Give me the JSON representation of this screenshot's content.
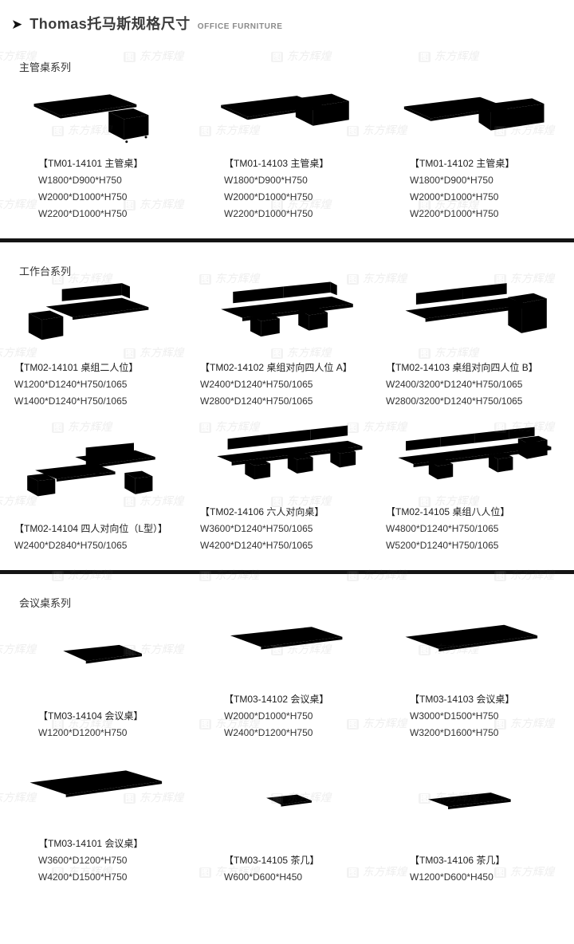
{
  "header": {
    "arrow_icon": "➤",
    "title": "Thomas托马斯规格尺寸",
    "subtitle": "OFFICE FURNITURE"
  },
  "watermark": {
    "logo": "图",
    "text": "东方辉煌"
  },
  "sections": [
    {
      "title": "主管桌系列",
      "items": [
        {
          "code": "【TM01-14101 主管桌】",
          "dims": [
            "W1800*D900*H750",
            "W2000*D1000*H750",
            "W2200*D1000*H750"
          ]
        },
        {
          "code": "【TM01-14103 主管桌】",
          "dims": [
            "W1800*D900*H750",
            "W2000*D1000*H750",
            "W2200*D1000*H750"
          ]
        },
        {
          "code": "【TM01-14102 主管桌】",
          "dims": [
            "W1800*D900*H750",
            "W2000*D1000*H750",
            "W2200*D1000*H750"
          ]
        }
      ]
    },
    {
      "title": "工作台系列",
      "items": [
        {
          "code": "【TM02-14101 桌组二人位】",
          "dims": [
            "W1200*D1240*H750/1065",
            "W1400*D1240*H750/1065"
          ]
        },
        {
          "code": "【TM02-14102 桌组对向四人位 A】",
          "dims": [
            "W2400*D1240*H750/1065",
            "W2800*D1240*H750/1065"
          ]
        },
        {
          "code": "【TM02-14103 桌组对向四人位 B】",
          "dims": [
            "W2400/3200*D1240*H750/1065",
            "W2800/3200*D1240*H750/1065"
          ]
        },
        {
          "code": "【TM02-14104 四人对向位（L型）】",
          "dims": [
            "W2400*D2840*H750/1065"
          ]
        },
        {
          "code": "【TM02-14106 六人对向桌】",
          "dims": [
            "W3600*D1240*H750/1065",
            "W4200*D1240*H750/1065"
          ]
        },
        {
          "code": "【TM02-14105 桌组八人位】",
          "dims": [
            "W4800*D1240*H750/1065",
            "W5200*D1240*H750/1065"
          ]
        }
      ]
    },
    {
      "title": "会议桌系列",
      "items": [
        {
          "code": "【TM03-14104 会议桌】",
          "dims": [
            "W1200*D1200*H750"
          ]
        },
        {
          "code": "【TM03-14102 会议桌】",
          "dims": [
            "W2000*D1000*H750",
            "W2400*D1200*H750"
          ]
        },
        {
          "code": "【TM03-14103 会议桌】",
          "dims": [
            "W3000*D1500*H750",
            "W3200*D1600*H750"
          ]
        },
        {
          "code": "【TM03-14101 会议桌】",
          "dims": [
            "W3600*D1200*H750",
            "W4200*D1500*H750"
          ]
        },
        {
          "code": "【TM03-14105 茶几】",
          "dims": [
            "W600*D600*H450"
          ]
        },
        {
          "code": "【TM03-14106 茶几】",
          "dims": [
            "W1200*D600*H450"
          ]
        }
      ]
    }
  ]
}
